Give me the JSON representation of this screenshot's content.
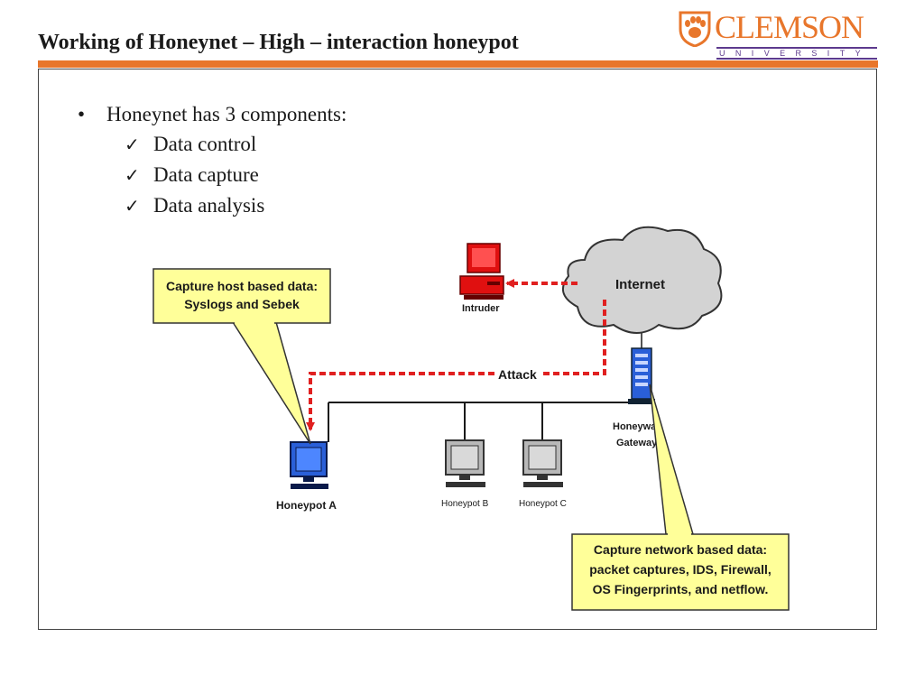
{
  "slide": {
    "title": "Working of  Honeynet – High – interaction honeypot"
  },
  "logo": {
    "name": "CLEMSON",
    "subtitle": "UNIVERSITY",
    "icon": "tiger-paw-shield-icon",
    "color_primary": "#e8762b",
    "color_secondary": "#5d3a8e"
  },
  "bullets": {
    "main": "Honeynet has 3 components:",
    "items": [
      "Data control",
      "Data capture",
      "Data analysis"
    ]
  },
  "diagram": {
    "callout_host": [
      "Capture host based data:",
      "Syslogs and Sebek"
    ],
    "callout_network": [
      "Capture network based data:",
      "packet captures, IDS, Firewall,",
      "OS Fingerprints, and netflow."
    ],
    "internet_label": "Internet",
    "intruder_label": "Intruder",
    "attack_label": "Attack",
    "gateway_label": [
      "Honeywall",
      "Gateway"
    ],
    "honeypot_a_label": "Honeypot A",
    "honeypot_b_label": "Honeypot B",
    "honeypot_c_label": "Honeypot C",
    "colors": {
      "attack_path": "#e02020",
      "intruder": "#e01010",
      "honeypot_a": "#2a5fd8",
      "honeypot_bc": "#b8b8b8",
      "gateway": "#2a5fd8",
      "callout_fill": "#ffff99"
    }
  }
}
